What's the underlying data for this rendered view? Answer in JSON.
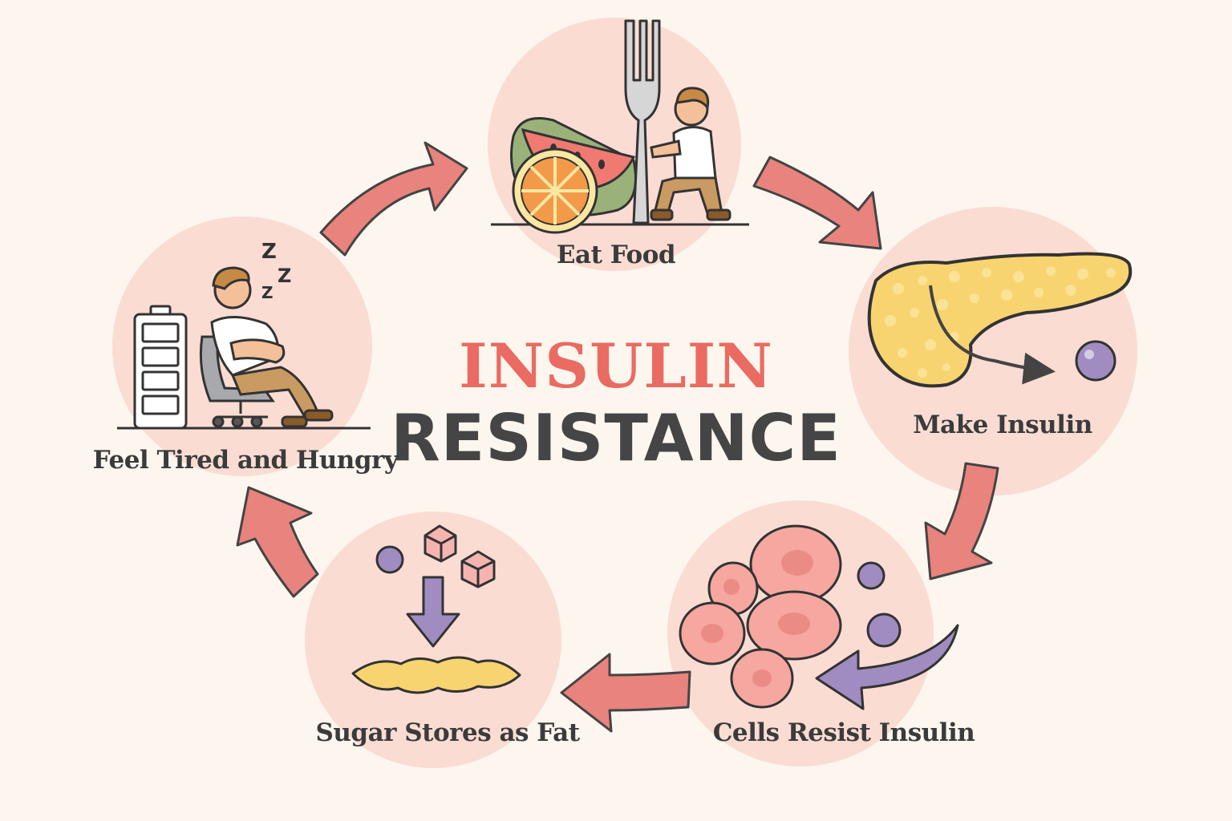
{
  "title": {
    "line1": "INSULIN",
    "line2": "RESISTANCE"
  },
  "steps": [
    {
      "id": "eat-food",
      "label": "Eat Food"
    },
    {
      "id": "make-insulin",
      "label": "Make Insulin"
    },
    {
      "id": "cells-resist",
      "label": "Cells Resist Insulin"
    },
    {
      "id": "sugar-fat",
      "label": "Sugar Stores as Fat"
    },
    {
      "id": "tired-hungry",
      "label": "Feel Tired and Hungry"
    }
  ],
  "sleep_text": {
    "z1": "Z",
    "z2": "Z",
    "z3": "Z"
  },
  "colors": {
    "background": "#fcf6ee",
    "circle": "#fadcd3",
    "arrow": "#e9837d",
    "title_accent": "#e96b62",
    "title_dark": "#454545",
    "insulin_purple": "#a08cc0",
    "cell_pink": "#f5a7a0",
    "fat_yellow": "#f7d46f"
  },
  "icons": [
    "fork-icon",
    "watermelon-icon",
    "orange-slice-icon",
    "person-icon",
    "pancreas-icon",
    "insulin-molecule-icon",
    "cell-icon",
    "sugar-cube-icon",
    "fat-blob-icon",
    "battery-icon",
    "chair-icon",
    "sleeping-person-icon"
  ]
}
